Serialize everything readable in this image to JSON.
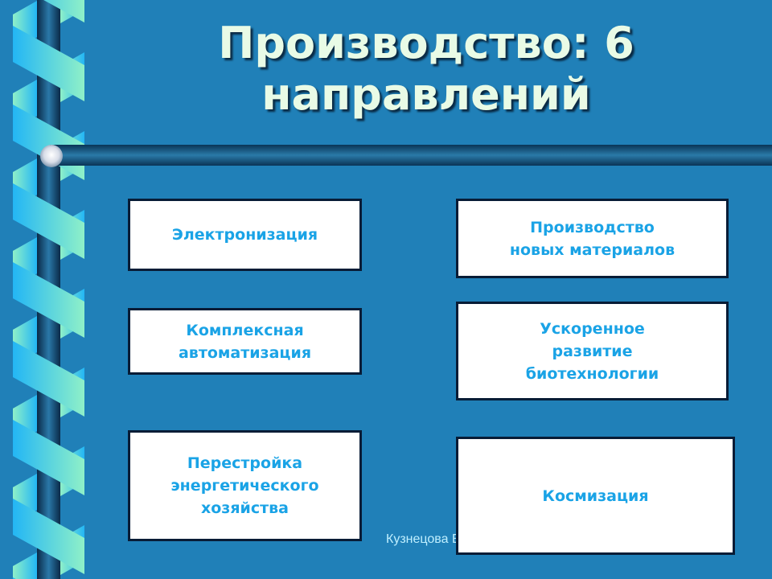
{
  "title": "Производство: 6\nнаправлений",
  "title_line1": "Производство: 6",
  "title_line2": "направлений",
  "boxes": [
    "Электронизация",
    "Комплексная\nавтоматизация",
    "Перестройка\nэнергетического\nхозяйства",
    "Производство\nновых материалов",
    "Ускоренное\nразвитие\nбиотехнологии",
    "Космизация"
  ],
  "footer": "Кузнецова Е",
  "colors": {
    "background": "#2080b8",
    "box_text": "#1aa3e6",
    "title": "#e9fbe6",
    "box_border": "#081c36"
  }
}
